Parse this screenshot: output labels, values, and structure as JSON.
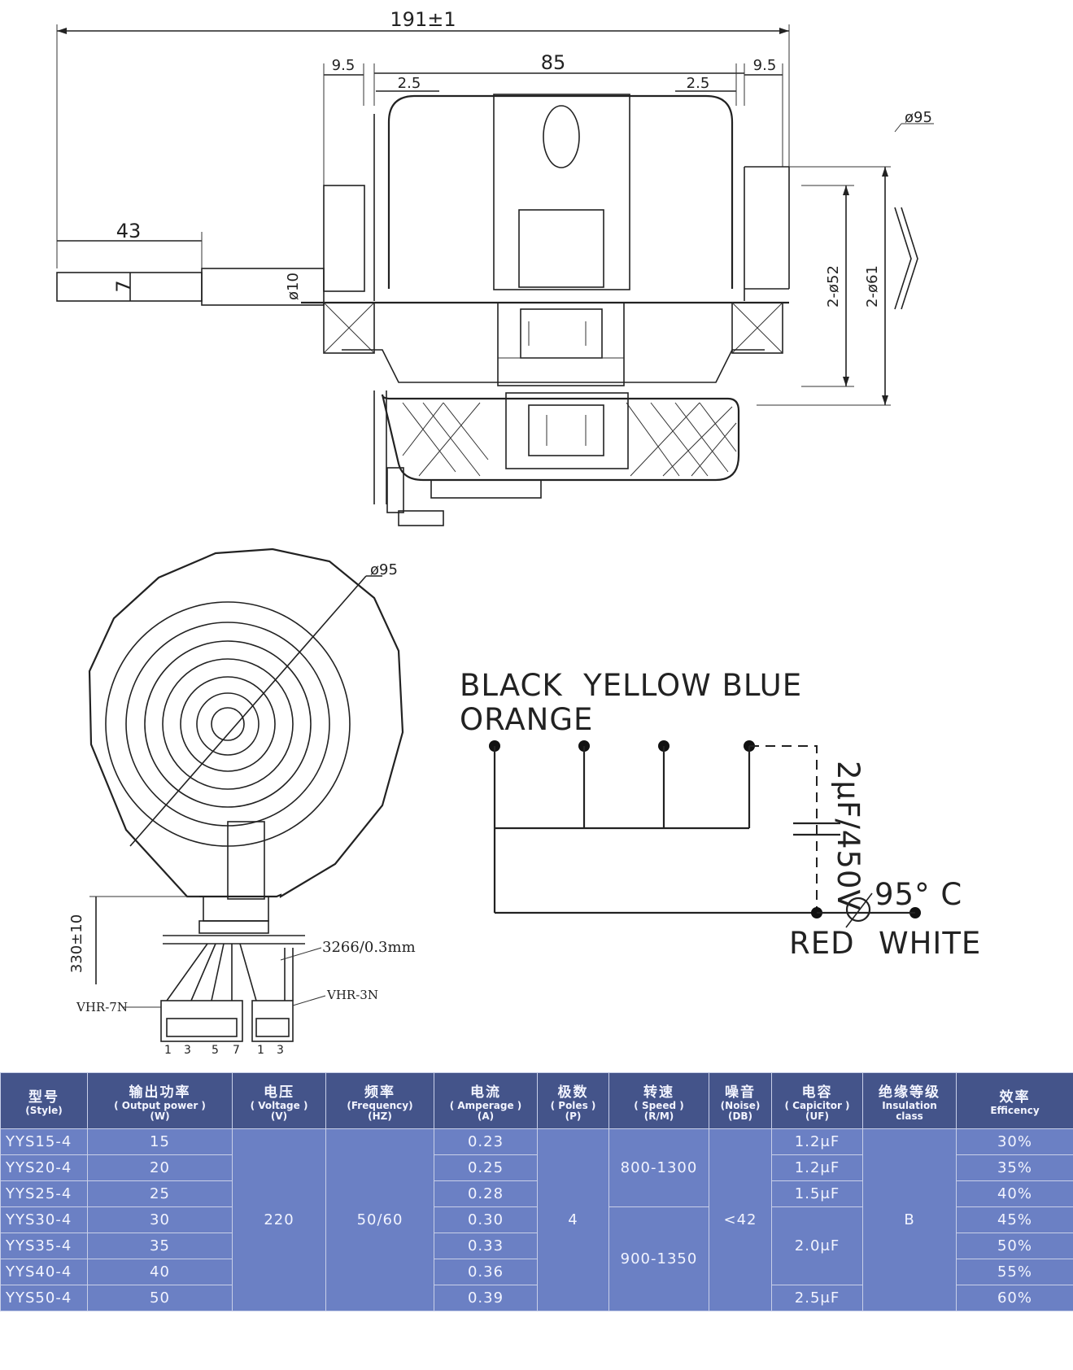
{
  "dimensions": {
    "overall_length": "191±1",
    "body_width": "85",
    "offset_left": "9.5",
    "offset_right": "9.5",
    "gap_left": "2.5",
    "gap_right": "2.5",
    "shaft_length": "43",
    "shaft_flat": "7",
    "shaft_diameter": "ø10",
    "inner_diameter": "2-ø52",
    "outer_diameter": "2-ø61",
    "body_diameter_top": "ø95",
    "body_diameter_front": "ø95",
    "lead_length": "330±10",
    "wire_spec": "3266/0.3mm",
    "connector_7": "VHR-7N",
    "connector_3": "VHR-3N",
    "pins_7": [
      "1",
      "3",
      "5",
      "7"
    ],
    "pins_3": [
      "1",
      "3"
    ]
  },
  "wiring": {
    "line1": "BLACK  YELLOW BLUE",
    "line2": "ORANGE",
    "capacitor": "2μF/450V",
    "thermal": "95° C",
    "red": "RED",
    "white": "WHITE"
  },
  "table": {
    "headers": [
      {
        "cn": "型号",
        "en": "(Style)"
      },
      {
        "cn": "输出功率",
        "en": "( Output power )\n(W)"
      },
      {
        "cn": "电压",
        "en": "( Voltage )\n(V)"
      },
      {
        "cn": "频率",
        "en": "(Frequency)\n(HZ)"
      },
      {
        "cn": "电流",
        "en": "( Amperage )\n(A)"
      },
      {
        "cn": "极数",
        "en": "( Poles )\n(P)"
      },
      {
        "cn": "转速",
        "en": "( Speed )\n(R/M)"
      },
      {
        "cn": "噪音",
        "en": "(Noise)\n(DB)"
      },
      {
        "cn": "电容",
        "en": "( Capicitor )\n(UF)"
      },
      {
        "cn": "绝缘等级",
        "en": "Insulation\nclass"
      },
      {
        "cn": "效率",
        "en": "Efficency"
      }
    ],
    "rows": [
      {
        "style": "YYS15-4",
        "power": "15",
        "amperage": "0.23",
        "efficiency": "30%"
      },
      {
        "style": "YYS20-4",
        "power": "20",
        "amperage": "0.25",
        "efficiency": "35%"
      },
      {
        "style": "YYS25-4",
        "power": "25",
        "amperage": "0.28",
        "efficiency": "40%"
      },
      {
        "style": "YYS30-4",
        "power": "30",
        "amperage": "0.30",
        "efficiency": "45%"
      },
      {
        "style": "YYS35-4",
        "power": "35",
        "amperage": "0.33",
        "efficiency": "50%"
      },
      {
        "style": "YYS40-4",
        "power": "40",
        "amperage": "0.36",
        "efficiency": "55%"
      },
      {
        "style": "YYS50-4",
        "power": "50",
        "amperage": "0.39",
        "efficiency": "60%"
      }
    ],
    "voltage": "220",
    "frequency": "50/60",
    "poles": "4",
    "speed_a": "800-1300",
    "speed_b": "900-1350",
    "noise": "<42",
    "cap_1": "1.2μF",
    "cap_2": "1.2μF",
    "cap_3": "1.5μF",
    "cap_4": "2.0μF",
    "cap_5": "2.5μF",
    "insulation": "B"
  }
}
